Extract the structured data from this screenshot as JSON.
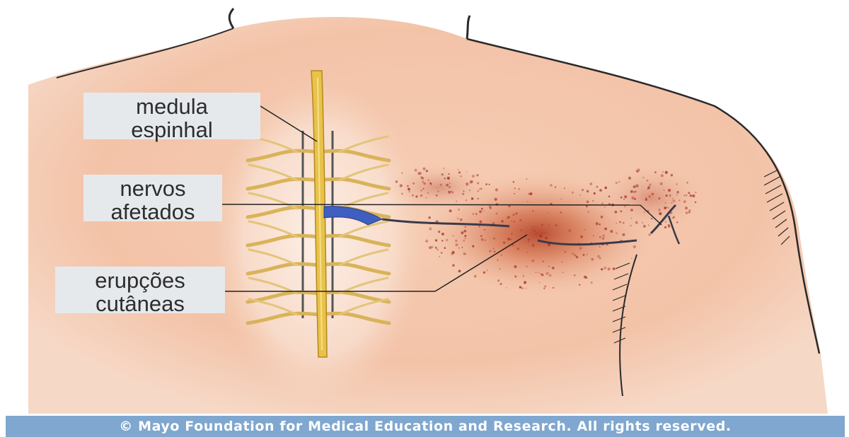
{
  "labels": {
    "spinal_cord": [
      "medula",
      "espinhal"
    ],
    "affected_nerves": [
      "nervos",
      "afetados"
    ],
    "skin_rash": [
      "erupções",
      "cutâneas"
    ]
  },
  "credit": "© Mayo Foundation for Medical Education and Research.  All rights reserved.",
  "colors": {
    "skin": "#f3c7ad",
    "rash": "#b8432f",
    "spinal_cord": "#e8c24a",
    "affected_nerve": "#3f5fc0",
    "outline": "#2a2a2a",
    "label_bg": "#e6e9ec",
    "credit_bar": "#7fa7cf"
  }
}
